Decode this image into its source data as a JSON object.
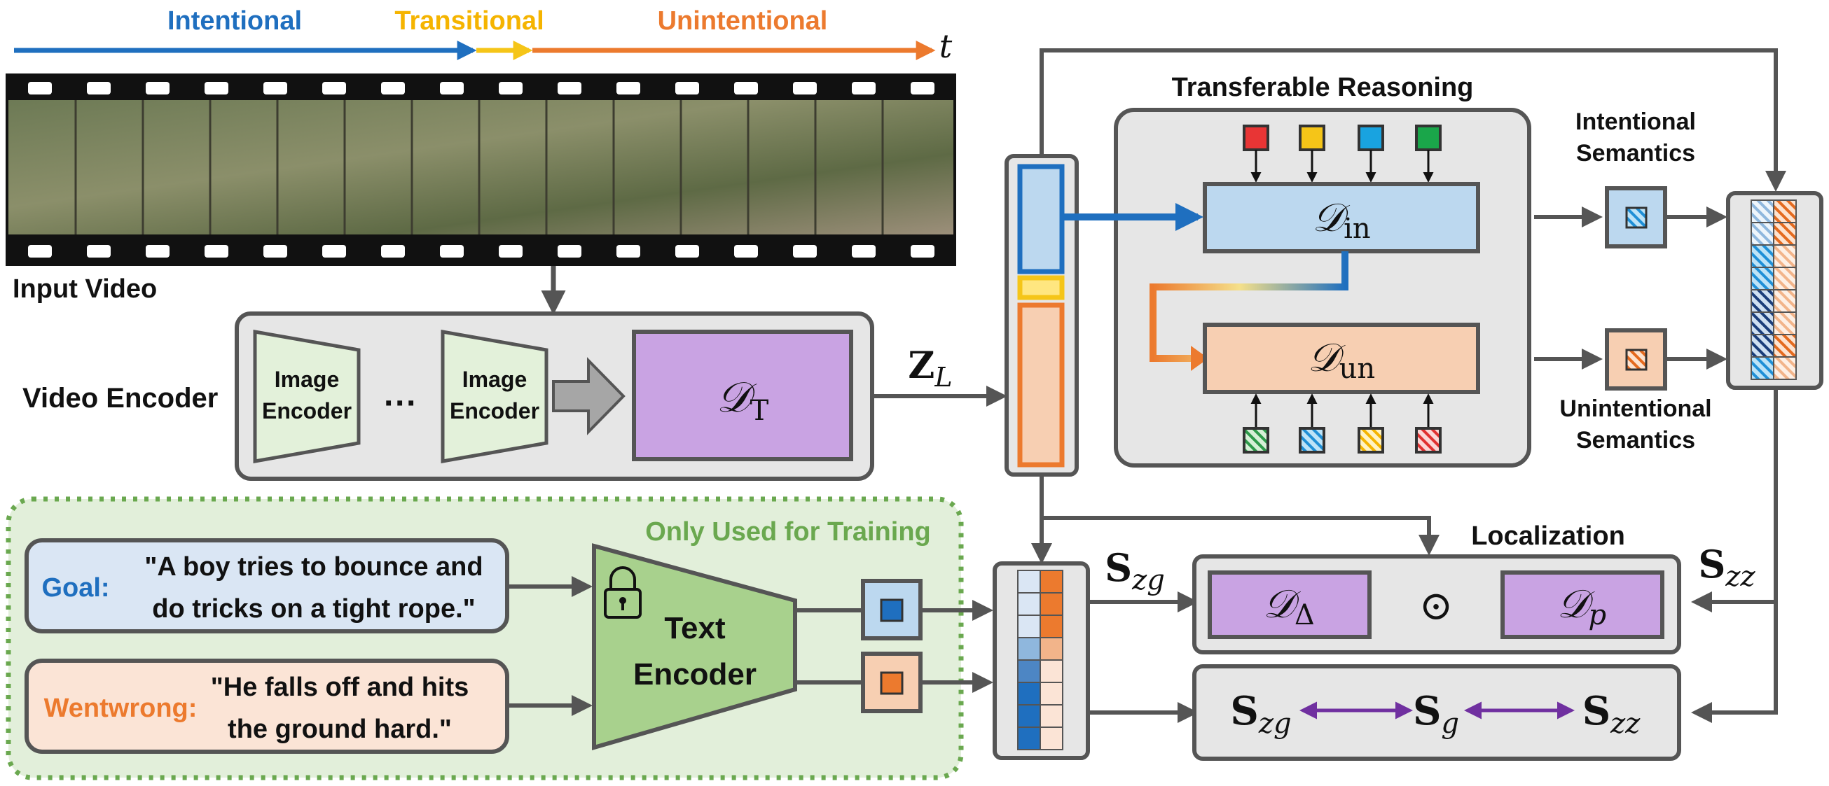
{
  "timeline": {
    "intentional": "Intentional",
    "transitional": "Transitional",
    "unintentional": "Unintentional",
    "t": "t"
  },
  "input_video_label": "Input Video",
  "video_encoder": {
    "label": "Video Encoder",
    "image_encoder_line1": "Image",
    "image_encoder_line2": "Encoder",
    "ellipsis": "···",
    "temporal_decoder_main": "𝒟",
    "temporal_decoder_sub": "T"
  },
  "z_L": {
    "main": "Z",
    "sub": "L"
  },
  "transferable_reasoning": {
    "title": "Transferable Reasoning",
    "d_in_main": "𝒟",
    "d_in_sub": "in",
    "d_un_main": "𝒟",
    "d_un_sub": "un"
  },
  "intentional_semantics": {
    "line1": "Intentional",
    "line2": "Semantics"
  },
  "unintentional_semantics": {
    "line1": "Unintentional",
    "line2": "Semantics"
  },
  "training_box": {
    "title": "Only Used for Training",
    "goal_label": "Goal:",
    "goal_line1": "\"A boy tries to bounce and",
    "goal_line2": "do tricks on a tight rope.\"",
    "wentwrong_label": "Wentwrong:",
    "wentwrong_line1": "\"He falls off and hits",
    "wentwrong_line2": "the ground hard.\"",
    "text_encoder_line1": "Text",
    "text_encoder_line2": "Encoder"
  },
  "localization": {
    "title": "Localization",
    "d_delta_main": "𝒟",
    "d_delta_sub": "Δ",
    "odot": "⊙",
    "d_p_main": "𝒟",
    "d_p_sub": "p"
  },
  "s_labels": {
    "s_zg_main": "S",
    "s_zg_sub": "zg",
    "s_zz_main": "S",
    "s_zz_sub": "zz",
    "s_g_main": "S",
    "s_g_sub": "g"
  },
  "colors": {
    "blue": "#1f6fbf",
    "yellow": "#f5c518",
    "orange": "#ec7a2e",
    "purple_box": "#c9a3e3",
    "light_blue_box": "#bcd8ef",
    "light_orange_box": "#f7cfb2",
    "green_box": "#a8d18d",
    "grey_box": "#e6e6e6",
    "stroke": "#555555",
    "green_dashed": "#6aa84f",
    "purple_arrow": "#7030a0"
  }
}
